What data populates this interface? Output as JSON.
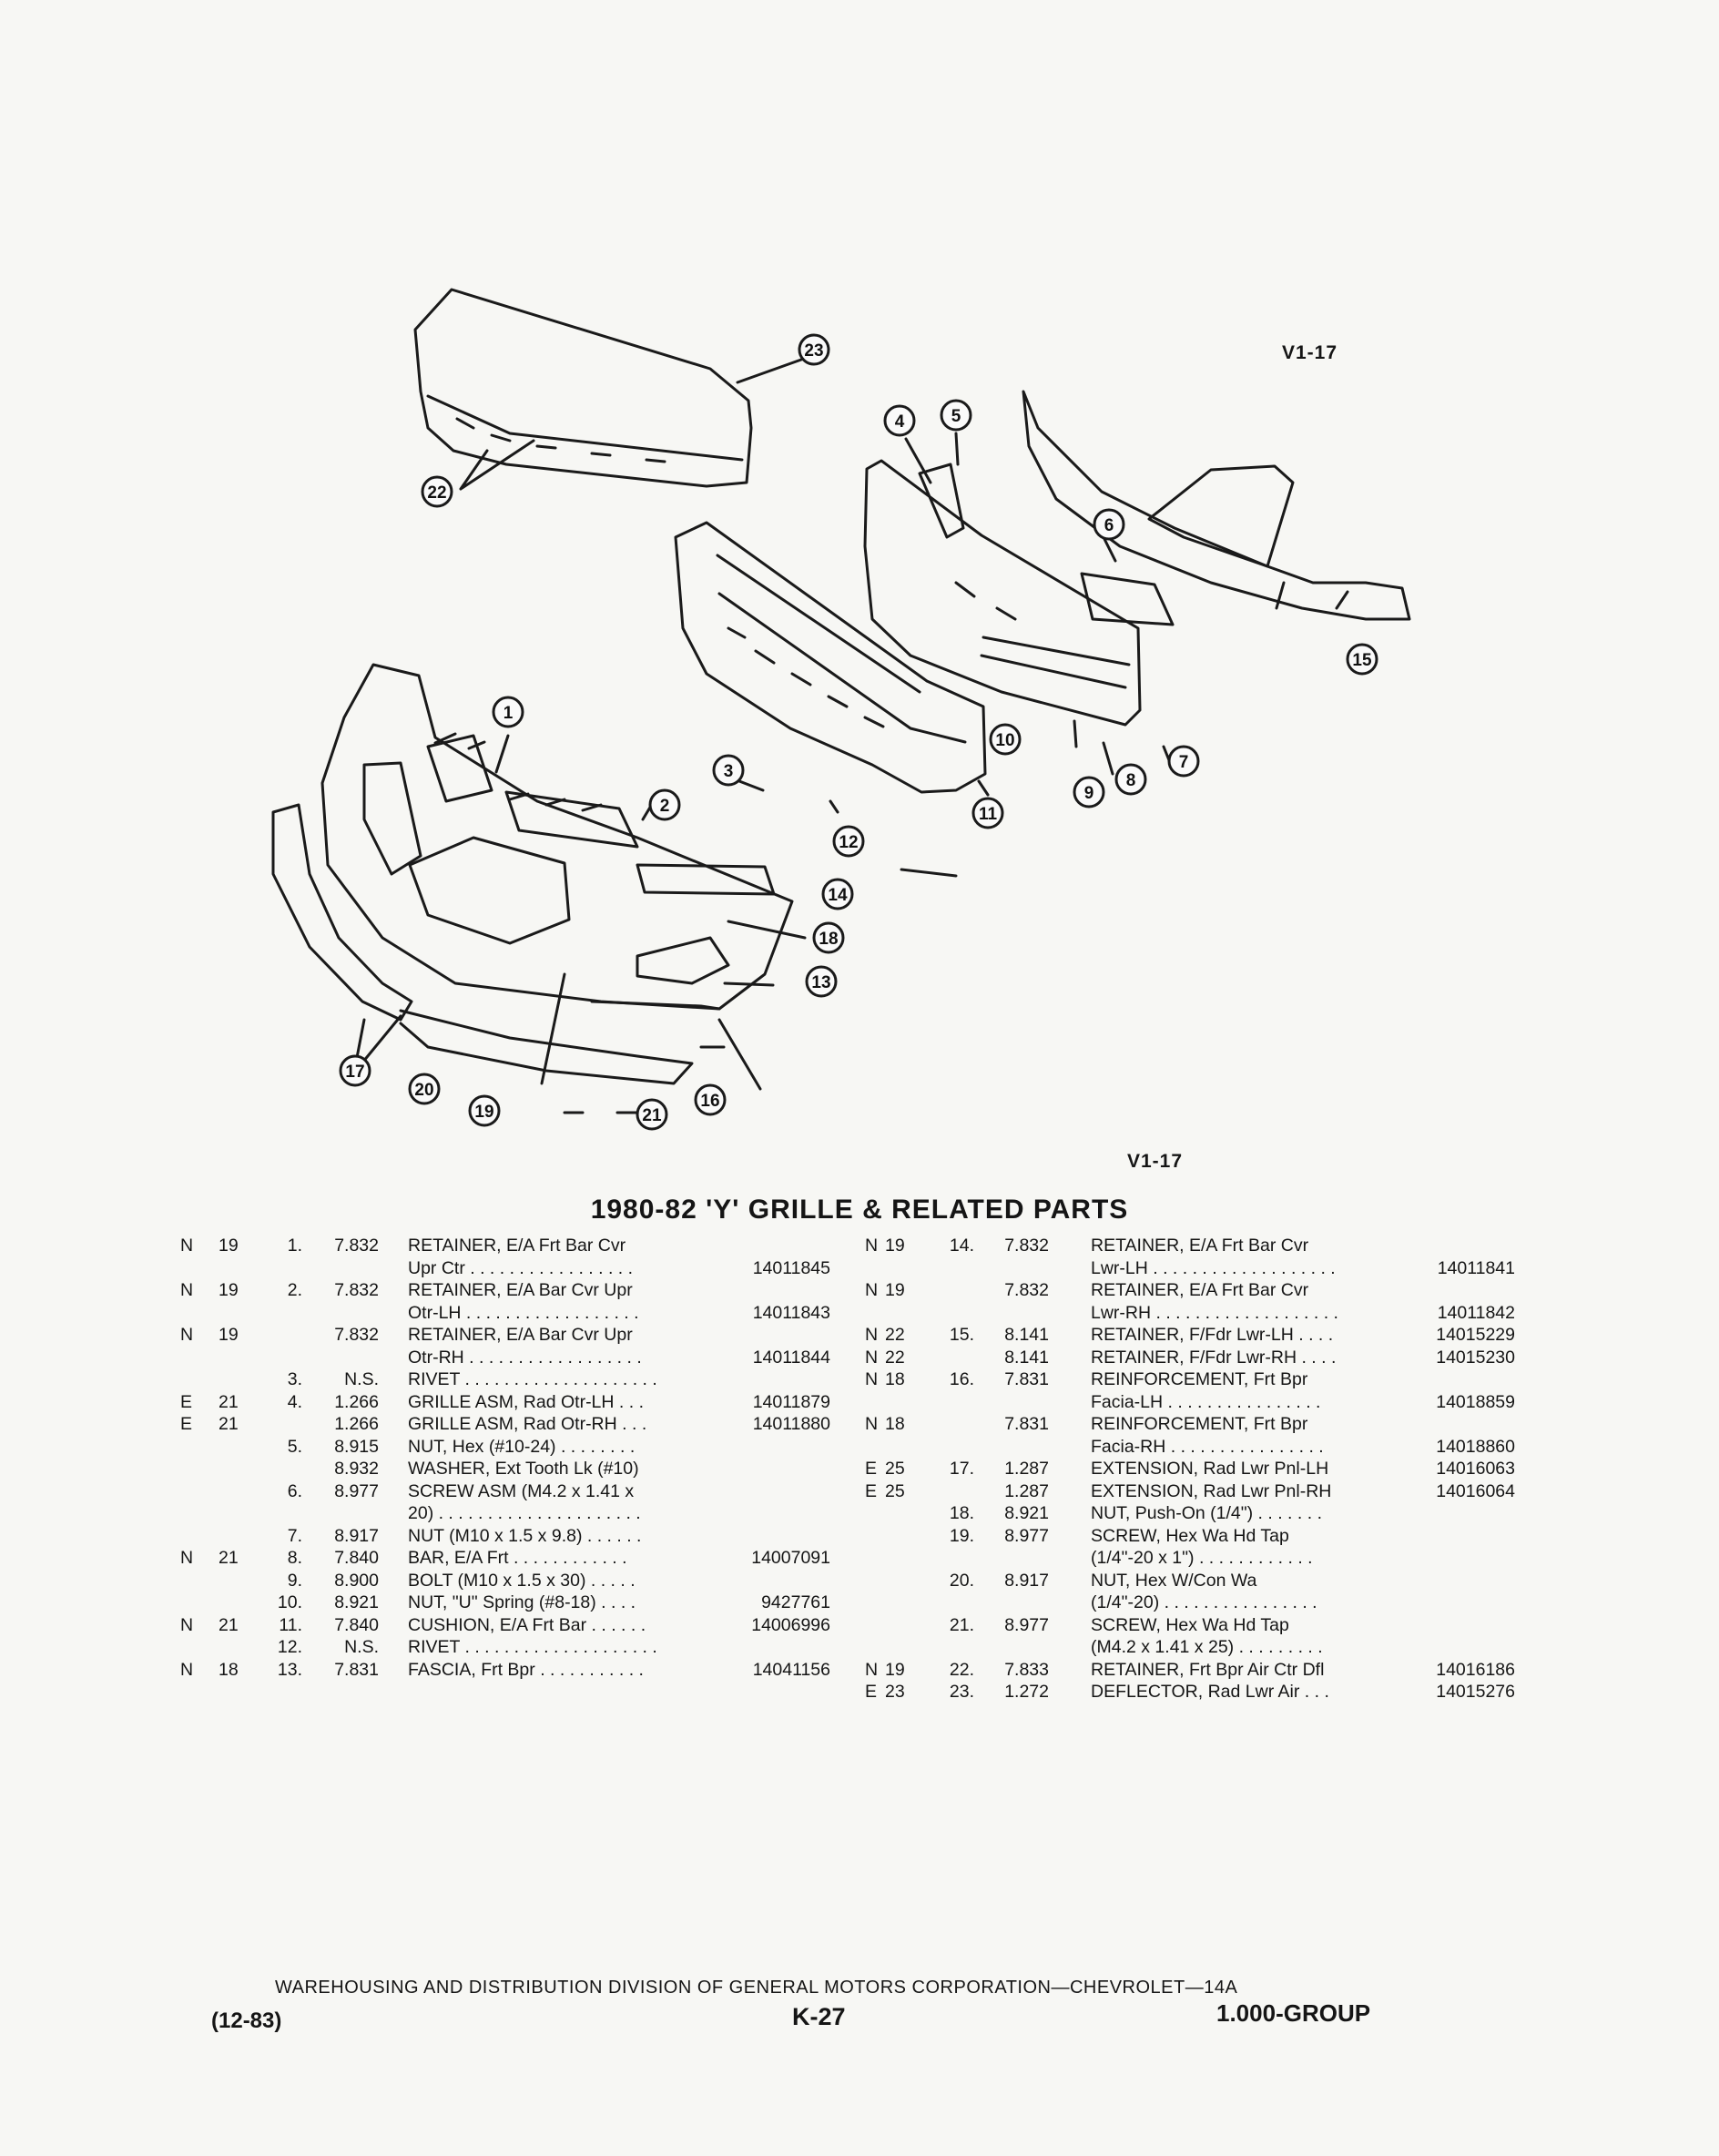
{
  "diagram": {
    "label_top": "V1-17",
    "label_bottom": "V1-17",
    "callouts": [
      "1",
      "2",
      "3",
      "4",
      "5",
      "6",
      "7",
      "8",
      "9",
      "10",
      "11",
      "12",
      "13",
      "14",
      "15",
      "16",
      "17",
      "18",
      "19",
      "20",
      "21",
      "22",
      "23"
    ]
  },
  "title": "1980-82 'Y' GRILLE & RELATED PARTS",
  "left_column": [
    {
      "flag": "N",
      "grp": "19",
      "ill": "1.",
      "cat": "7.832",
      "desc": "RETAINER, E/A Frt Bar Cvr",
      "pn": ""
    },
    {
      "flag": "",
      "grp": "",
      "ill": "",
      "cat": "",
      "desc": "Upr Ctr . . . . . . . . . . . . . . . . .",
      "pn": "14011845"
    },
    {
      "flag": "N",
      "grp": "19",
      "ill": "2.",
      "cat": "7.832",
      "desc": "RETAINER, E/A Bar Cvr Upr",
      "pn": ""
    },
    {
      "flag": "",
      "grp": "",
      "ill": "",
      "cat": "",
      "desc": "Otr-LH . . . . . . . . . . . . . . . . . .",
      "pn": "14011843"
    },
    {
      "flag": "N",
      "grp": "19",
      "ill": "",
      "cat": "7.832",
      "desc": "RETAINER, E/A Bar Cvr Upr",
      "pn": ""
    },
    {
      "flag": "",
      "grp": "",
      "ill": "",
      "cat": "",
      "desc": "Otr-RH . . . . . . . . . . . . . . . . . .",
      "pn": "14011844"
    },
    {
      "flag": "",
      "grp": "",
      "ill": "3.",
      "cat": "N.S.",
      "desc": "RIVET . . . . . . . . . . . . . . . . . . . .",
      "pn": ""
    },
    {
      "flag": "E",
      "grp": "21",
      "ill": "4.",
      "cat": "1.266",
      "desc": "GRILLE ASM, Rad Otr-LH . . .",
      "pn": "14011879"
    },
    {
      "flag": "E",
      "grp": "21",
      "ill": "",
      "cat": "1.266",
      "desc": "GRILLE ASM, Rad Otr-RH . . .",
      "pn": "14011880"
    },
    {
      "flag": "",
      "grp": "",
      "ill": "5.",
      "cat": "8.915",
      "desc": "NUT, Hex (#10-24) . . . . . . . .",
      "pn": ""
    },
    {
      "flag": "",
      "grp": "",
      "ill": "",
      "cat": "8.932",
      "desc": "WASHER, Ext Tooth Lk (#10)",
      "pn": ""
    },
    {
      "flag": "",
      "grp": "",
      "ill": "6.",
      "cat": "8.977",
      "desc": "SCREW ASM (M4.2 x 1.41 x",
      "pn": ""
    },
    {
      "flag": "",
      "grp": "",
      "ill": "",
      "cat": "",
      "desc": "20) . . . . . . . . . . . . . . . . . . . . .",
      "pn": ""
    },
    {
      "flag": "",
      "grp": "",
      "ill": "7.",
      "cat": "8.917",
      "desc": "NUT (M10 x 1.5 x 9.8) . . . . . .",
      "pn": ""
    },
    {
      "flag": "N",
      "grp": "21",
      "ill": "8.",
      "cat": "7.840",
      "desc": "BAR, E/A Frt . . . . . . . . . . . .",
      "pn": "14007091"
    },
    {
      "flag": "",
      "grp": "",
      "ill": "9.",
      "cat": "8.900",
      "desc": "BOLT (M10 x 1.5 x 30) . . . . .",
      "pn": ""
    },
    {
      "flag": "",
      "grp": "",
      "ill": "10.",
      "cat": "8.921",
      "desc": "NUT, \"U\" Spring (#8-18) . . . .",
      "pn": "9427761"
    },
    {
      "flag": "N",
      "grp": "21",
      "ill": "11.",
      "cat": "7.840",
      "desc": "CUSHION, E/A Frt Bar . . . . . .",
      "pn": "14006996"
    },
    {
      "flag": "",
      "grp": "",
      "ill": "12.",
      "cat": "N.S.",
      "desc": "RIVET . . . . . . . . . . . . . . . . . . . .",
      "pn": ""
    },
    {
      "flag": "N",
      "grp": "18",
      "ill": "13.",
      "cat": "7.831",
      "desc": "FASCIA, Frt Bpr . . . . . . . . . . .",
      "pn": "14041156"
    }
  ],
  "right_column": [
    {
      "flag": "N",
      "grp": "19",
      "ill": "14.",
      "cat": "7.832",
      "desc": "RETAINER, E/A Frt Bar Cvr",
      "pn": ""
    },
    {
      "flag": "",
      "grp": "",
      "ill": "",
      "cat": "",
      "desc": "Lwr-LH . . . . . . . . . . . . . . . . . . .",
      "pn": "14011841"
    },
    {
      "flag": "N",
      "grp": "19",
      "ill": "",
      "cat": "7.832",
      "desc": "RETAINER, E/A Frt Bar Cvr",
      "pn": ""
    },
    {
      "flag": "",
      "grp": "",
      "ill": "",
      "cat": "",
      "desc": "Lwr-RH . . . . . . . . . . . . . . . . . . .",
      "pn": "14011842"
    },
    {
      "flag": "N",
      "grp": "22",
      "ill": "15.",
      "cat": "8.141",
      "desc": "RETAINER, F/Fdr Lwr-LH . . . .",
      "pn": "14015229"
    },
    {
      "flag": "N",
      "grp": "22",
      "ill": "",
      "cat": "8.141",
      "desc": "RETAINER, F/Fdr Lwr-RH . . . .",
      "pn": "14015230"
    },
    {
      "flag": "N",
      "grp": "18",
      "ill": "16.",
      "cat": "7.831",
      "desc": "REINFORCEMENT, Frt Bpr",
      "pn": ""
    },
    {
      "flag": "",
      "grp": "",
      "ill": "",
      "cat": "",
      "desc": "Facia-LH . . . . . . . . . . . . . . . .",
      "pn": "14018859"
    },
    {
      "flag": "N",
      "grp": "18",
      "ill": "",
      "cat": "7.831",
      "desc": "REINFORCEMENT, Frt Bpr",
      "pn": ""
    },
    {
      "flag": "",
      "grp": "",
      "ill": "",
      "cat": "",
      "desc": "Facia-RH . . . . . . . . . . . . . . . .",
      "pn": "14018860"
    },
    {
      "flag": "E",
      "grp": "25",
      "ill": "17.",
      "cat": "1.287",
      "desc": "EXTENSION, Rad Lwr Pnl-LH",
      "pn": "14016063"
    },
    {
      "flag": "E",
      "grp": "25",
      "ill": "",
      "cat": "1.287",
      "desc": "EXTENSION, Rad Lwr Pnl-RH",
      "pn": "14016064"
    },
    {
      "flag": "",
      "grp": "",
      "ill": "18.",
      "cat": "8.921",
      "desc": "NUT, Push-On (1/4\") . . . . . . .",
      "pn": ""
    },
    {
      "flag": "",
      "grp": "",
      "ill": "19.",
      "cat": "8.977",
      "desc": "SCREW, Hex Wa Hd Tap",
      "pn": ""
    },
    {
      "flag": "",
      "grp": "",
      "ill": "",
      "cat": "",
      "desc": "(1/4\"-20 x 1\") . . . . . . . . . . . .",
      "pn": ""
    },
    {
      "flag": "",
      "grp": "",
      "ill": "20.",
      "cat": "8.917",
      "desc": "NUT, Hex W/Con Wa",
      "pn": ""
    },
    {
      "flag": "",
      "grp": "",
      "ill": "",
      "cat": "",
      "desc": "(1/4\"-20) . . . . . . . . . . . . . . . .",
      "pn": ""
    },
    {
      "flag": "",
      "grp": "",
      "ill": "21.",
      "cat": "8.977",
      "desc": "SCREW, Hex Wa Hd Tap",
      "pn": ""
    },
    {
      "flag": "",
      "grp": "",
      "ill": "",
      "cat": "",
      "desc": "(M4.2 x 1.41 x 25) . . . . . . . . .",
      "pn": ""
    },
    {
      "flag": "N",
      "grp": "19",
      "ill": "22.",
      "cat": "7.833",
      "desc": "RETAINER, Frt Bpr Air Ctr Dfl",
      "pn": "14016186"
    },
    {
      "flag": "E",
      "grp": "23",
      "ill": "23.",
      "cat": "1.272",
      "desc": "DEFLECTOR, Rad Lwr Air . . .",
      "pn": "14015276"
    }
  ],
  "footer": {
    "line1": "WAREHOUSING AND DISTRIBUTION DIVISION OF GENERAL MOTORS CORPORATION—CHEVROLET—14A",
    "date": "(12-83)",
    "page": "K-27",
    "group": "1.000-GROUP"
  }
}
